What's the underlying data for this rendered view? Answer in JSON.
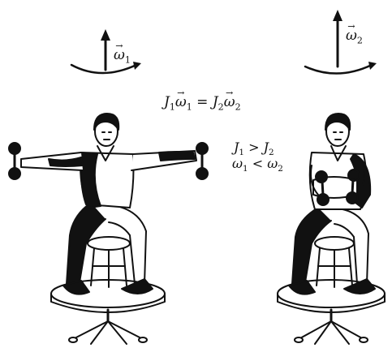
{
  "omega1_label": {
    "symbol": "ω",
    "subscript": "1"
  },
  "omega2_label": {
    "symbol": "ω",
    "subscript": "2"
  },
  "equation": {
    "lhs_J": "J",
    "lhs_J_sub": "1",
    "lhs_w": "ω",
    "lhs_w_sub": "1",
    "equals": " = ",
    "rhs_J": "J",
    "rhs_J_sub": "2",
    "rhs_w": "ω",
    "rhs_w_sub": "2"
  },
  "inequality_J": {
    "a": "J",
    "a_sub": "1",
    "op": " > ",
    "b": "J",
    "b_sub": "2"
  },
  "inequality_w": {
    "a": "ω",
    "a_sub": "1",
    "op": " < ",
    "b": "ω",
    "b_sub": "2"
  },
  "colors": {
    "ink": "#111111",
    "paper": "#ffffff"
  }
}
